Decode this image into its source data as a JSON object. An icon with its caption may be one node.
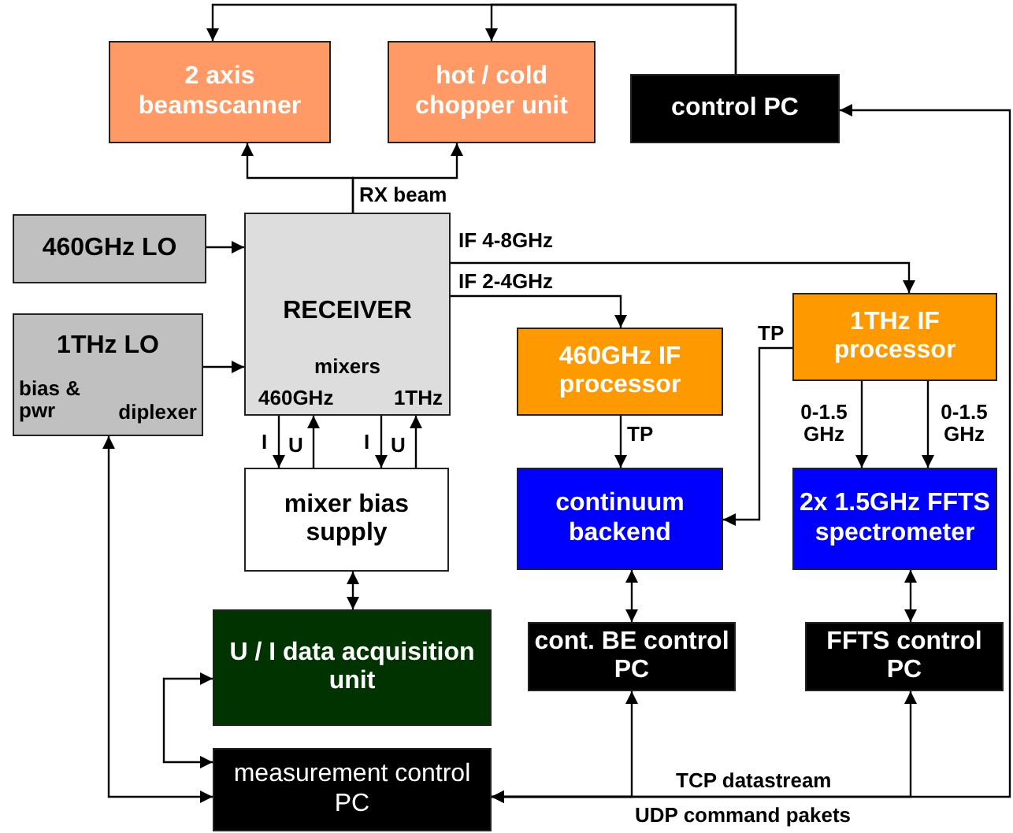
{
  "diagram": {
    "nodes": [
      {
        "text": [
          "2 axis beamscanner"
        ]
      },
      {
        "text": [
          "hot / cold chopper unit"
        ]
      },
      {
        "text": [
          "control PC"
        ]
      },
      {
        "text": [
          "460GHz LO"
        ]
      },
      {
        "text": [
          "RECEIVER",
          "mixers",
          "460GHz",
          "1THz"
        ]
      },
      {
        "text": [
          "1THz LO",
          "bias & pwr",
          "diplexer"
        ]
      },
      {
        "text": [
          "460GHz IF processor"
        ]
      },
      {
        "text": [
          "1THz IF processor"
        ]
      },
      {
        "text": [
          "mixer bias supply"
        ]
      },
      {
        "text": [
          "continuum backend"
        ]
      },
      {
        "text": [
          "2x 1.5GHz FFTS spectrometer"
        ]
      },
      {
        "text": [
          "U / I data acquisition unit"
        ]
      },
      {
        "text": [
          "cont. BE control PC"
        ]
      },
      {
        "text": [
          "FFTS control PC"
        ]
      },
      {
        "text": [
          "measurement control PC"
        ]
      }
    ],
    "edges": [
      {
        "from": 2,
        "to": 0,
        "arrow": "to"
      },
      {
        "from": 2,
        "to": 1,
        "arrow": "to"
      },
      {
        "from": 4,
        "to": 0,
        "arrow": "to",
        "label": "RX beam"
      },
      {
        "from": 4,
        "to": 1,
        "arrow": "to"
      },
      {
        "from": 3,
        "to": 4,
        "arrow": "to"
      },
      {
        "from": 5,
        "to": 4,
        "arrow": "to"
      },
      {
        "from": 4,
        "to": 7,
        "arrow": "to",
        "label": "IF 4-8GHz"
      },
      {
        "from": 4,
        "to": 6,
        "arrow": "to",
        "label": "IF 2-4GHz"
      },
      {
        "from": 4,
        "to": 8,
        "arrow": "to",
        "label": "I"
      },
      {
        "from": 8,
        "to": 4,
        "arrow": "to",
        "label": "U"
      },
      {
        "from": 4,
        "to": 8,
        "arrow": "to",
        "label": "I"
      },
      {
        "from": 8,
        "to": 4,
        "arrow": "to",
        "label": "U"
      },
      {
        "from": 8,
        "to": 11,
        "arrow": "both"
      },
      {
        "from": 6,
        "to": 9,
        "arrow": "to",
        "label": "TP"
      },
      {
        "from": 7,
        "to": 9,
        "arrow": "to",
        "label": "TP"
      },
      {
        "from": 7,
        "to": 10,
        "arrow": "to",
        "label": "0-1.5 GHz"
      },
      {
        "from": 7,
        "to": 10,
        "arrow": "to",
        "label": "0-1.5 GHz"
      },
      {
        "from": 9,
        "to": 12,
        "arrow": "both"
      },
      {
        "from": 10,
        "to": 13,
        "arrow": "both"
      },
      {
        "from": 11,
        "to": 14,
        "arrow": "both"
      },
      {
        "from": 5,
        "to": 14,
        "arrow": "both"
      },
      {
        "from": 14,
        "to": 12,
        "arrow": "both"
      },
      {
        "from": 14,
        "to": 13,
        "arrow": "both"
      },
      {
        "from": 14,
        "to": 2,
        "arrow": "both"
      }
    ],
    "labels": [
      "TCP datastream",
      "UDP command pakets"
    ]
  }
}
